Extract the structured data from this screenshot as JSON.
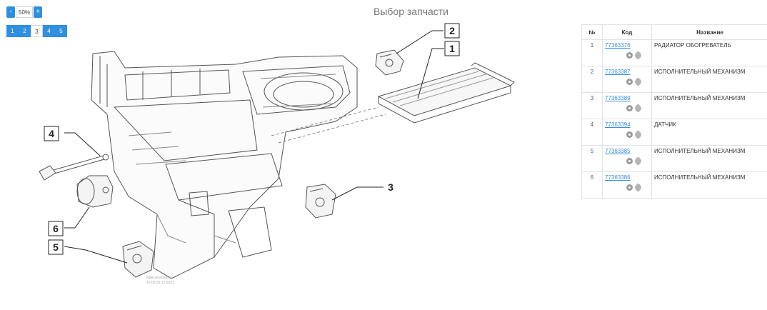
{
  "zoom": {
    "minus_label": "-",
    "value": "50%",
    "plus_label": "+"
  },
  "pager": {
    "pages": [
      "1",
      "2",
      "3",
      "4",
      "5"
    ],
    "active": "3"
  },
  "title": "Выбор запчасти",
  "diagram": {
    "callouts": [
      "1",
      "2",
      "3",
      "4",
      "5",
      "6"
    ],
    "watermark": [
      "fiatecat.elcats.ru",
      "10.00.00 12.2021"
    ]
  },
  "table": {
    "headers": {
      "num": "№",
      "code": "Код",
      "name": "Название"
    },
    "rows": [
      {
        "num": "1",
        "code": "77363376",
        "name": "РАДИАТОР ОБОГРЕВАТЕЛЬ"
      },
      {
        "num": "2",
        "code": "77363387",
        "name": "ИСПОЛНИТЕЛЬНЫЙ МЕХАНИЗМ"
      },
      {
        "num": "3",
        "code": "77363389",
        "name": "ИСПОЛНИТЕЛЬНЫЙ МЕХАНИЗМ"
      },
      {
        "num": "4",
        "code": "77363394",
        "name": "ДАТЧИК"
      },
      {
        "num": "5",
        "code": "77363385",
        "name": "ИСПОЛНИТЕЛЬНЫЙ МЕХАНИЗМ"
      },
      {
        "num": "6",
        "code": "77363386",
        "name": "ИСПОЛНИТЕЛЬНЫЙ МЕХАНИЗМ"
      }
    ]
  },
  "icons": {
    "row_actions": [
      "gear-icon",
      "wrench-icon"
    ]
  }
}
